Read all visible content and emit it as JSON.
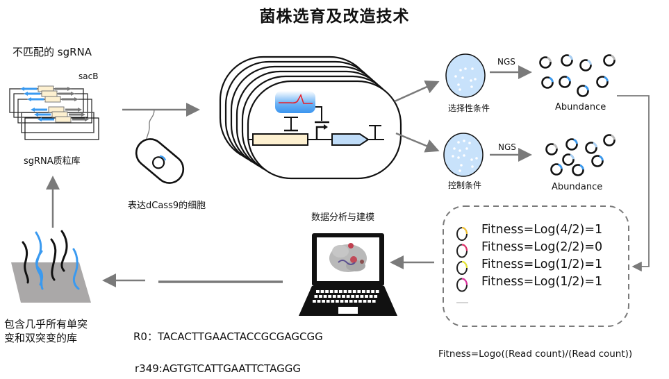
{
  "title": "菌株选育及改造技术",
  "library": {
    "heading": "不匹配的 sgRNA",
    "gene_label": "sacB",
    "caption": "sgRNA质粒库"
  },
  "cell": {
    "caption": "表达dCass9的细胞"
  },
  "conditions": [
    {
      "caption": "选择性条件",
      "arrow_label": "NGS",
      "result_label": "Abundance"
    },
    {
      "caption": "控制条件",
      "arrow_label": "NGS",
      "result_label": "Abundance"
    }
  ],
  "fitness_box": {
    "lines": [
      {
        "text": "Fitness=Log(4/2)=1",
        "ring_color": "#f2c230"
      },
      {
        "text": "Fitness=Log(2/2)=0",
        "ring_color": "#e0306a"
      },
      {
        "text": "Fitness=Log(1/2)=1",
        "ring_color": "#e8e830"
      },
      {
        "text": "Fitness=Log(1/2)=1",
        "ring_color": "#e030a0"
      }
    ]
  },
  "analysis": {
    "caption": "数据分析与建模"
  },
  "mutant_library": {
    "caption_line1": "包含几乎所有单突",
    "caption_line2": "变和双突变的库"
  },
  "sequences": {
    "r0": "R0：TACACTTGAACTACCGCGAGCGG",
    "r349": "r349:AGTGTCATTGAATTCTAGGG"
  },
  "formula": "Fitness=Logo((Read count)/(Read count))",
  "colors": {
    "arrow": "#7a7a7a",
    "accent_blue": "#3a9af0",
    "plate_fill": "#c8e2fb",
    "cds_fill": "#fdf0d0",
    "reporter_fill": "#bfdcf8"
  }
}
